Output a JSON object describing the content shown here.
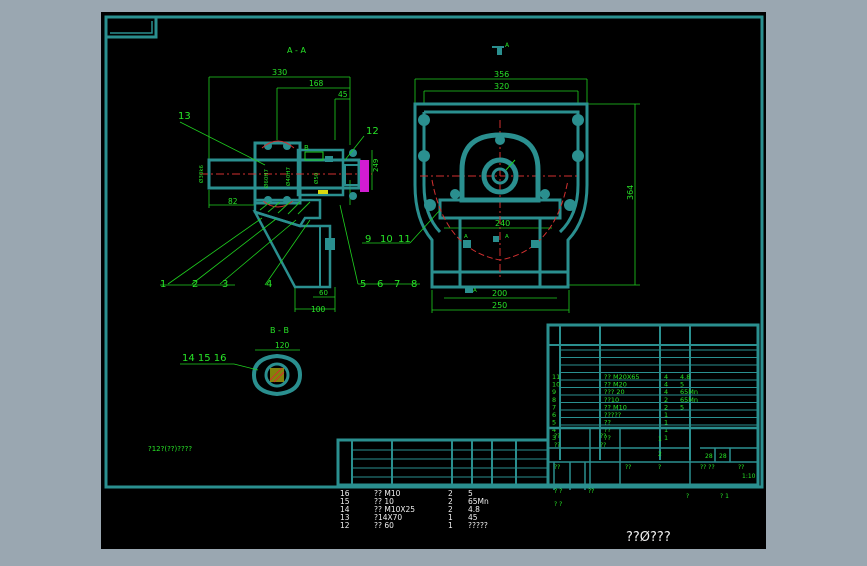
{
  "colors": {
    "frame": "#2a8f8f",
    "dim": "#1fd11f",
    "text": "#27e327",
    "white": "#f0f0f0",
    "red": "#d23030",
    "magenta": "#d11cd1",
    "yellow": "#d8d810",
    "hatch": "#1fbf1f",
    "ui_bg": "#9aa7b1"
  },
  "views": {
    "section_a": "A - A",
    "section_b": "B - B",
    "arrow_a": "A",
    "arrow_b": "B"
  },
  "dims_left": {
    "d330": "330",
    "d168": "168",
    "d45": "45",
    "d82": "82",
    "d60": "60",
    "d100": "100",
    "d249": "249",
    "f1": "Ø30k6",
    "f2": "Ø60H7",
    "f3": "Ø40H7",
    "f4": "Ø50"
  },
  "dims_right": {
    "d356": "356",
    "d320": "320",
    "d364": "364",
    "d240": "240",
    "d200": "200",
    "d250": "250"
  },
  "dims_b": {
    "d120": "120"
  },
  "leaders": {
    "n13": "13",
    "n12": "12",
    "n1": "1",
    "n2": "2",
    "n3": "3",
    "n4": "4",
    "n5": "5",
    "n6": "6",
    "n7": "7",
    "n8": "8",
    "n9": "9",
    "n10": "10",
    "n11": "11",
    "n141516": "14 15 16"
  },
  "notes": {
    "tech": "?12?(??)????",
    "bottom_right": "??Ø???"
  },
  "bom_right": [
    [
      "11",
      "?? M20X65",
      "4",
      "4.8"
    ],
    [
      "10",
      "?? M20",
      "4",
      "5"
    ],
    [
      "9",
      "??? 20",
      "4",
      "65Mn"
    ],
    [
      "8",
      "??10",
      "2",
      "65Mn"
    ],
    [
      "7",
      "?? M10",
      "2",
      "5"
    ],
    [
      "6",
      "?????",
      "1",
      ""
    ],
    [
      "5",
      "??",
      "1",
      ""
    ],
    [
      "4",
      "??",
      "1",
      ""
    ],
    [
      "3",
      "??",
      "1",
      ""
    ]
  ],
  "bom_bottom": [
    [
      "16",
      "?? M10",
      "2",
      "5"
    ],
    [
      "15",
      "?? 10",
      "2",
      "65Mn"
    ],
    [
      "14",
      "?? M10X25",
      "2",
      "4.8"
    ],
    [
      "13",
      "?14X70",
      "1",
      "45"
    ],
    [
      "12",
      "?? 60",
      "1",
      "?????"
    ]
  ],
  "title_block": {
    "row_a": [
      "??",
      "??",
      "??",
      "??",
      "??",
      "??"
    ],
    "cells": [
      "1",
      "2",
      "28",
      "28"
    ],
    "scale": "1:10",
    "row_sign": [
      "? ?",
      "??",
      "? ?"
    ],
    "sheet": "? 1",
    "sheet_total": "?? ??",
    "mid_q": "?",
    "weight_q": "??",
    "q_left": "?"
  }
}
